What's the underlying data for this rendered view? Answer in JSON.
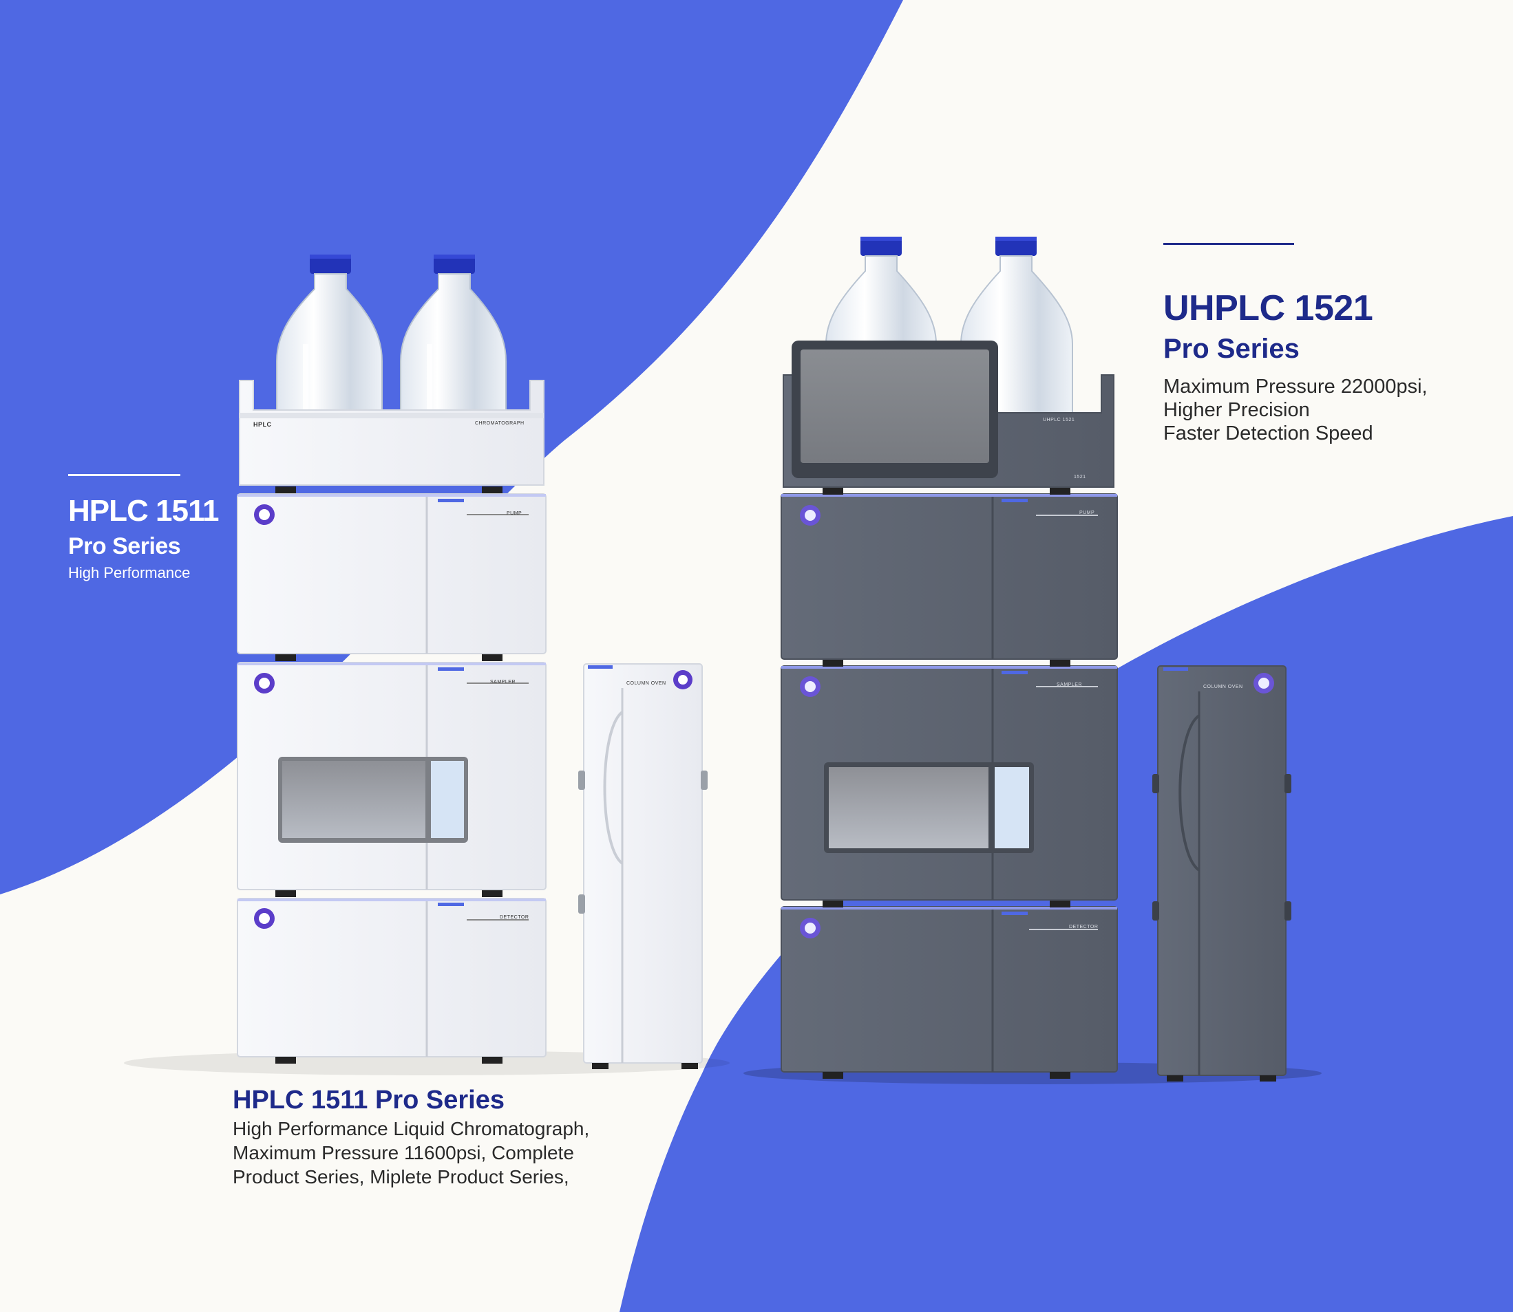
{
  "hplc1511_side": {
    "title": "HPLC 1511",
    "subtitle": "Pro Series",
    "tagline": "High Performance"
  },
  "uhplc1521": {
    "title": "UHPLC 1521",
    "subtitle": "Pro Series",
    "lines": [
      "Maximum Pressure 22000psi,",
      "Higher Precision",
      "Faster Detection Speed"
    ]
  },
  "hplc1511_caption": {
    "title": "HPLC 1511 Pro Series",
    "lines": [
      "High Performance Liquid Chromatograph,",
      "Maximum Pressure 11600psi, Complete",
      "Product Series, Miplete Product Series,"
    ]
  },
  "instrument_labels": {
    "white_tray_left": "HPLC",
    "white_tray_right": "CHROMATOGRAPH",
    "white_module1": "PUMP",
    "white_module2": "SAMPLER",
    "white_module3": "DETECTOR",
    "white_tower": "COLUMN OVEN",
    "gray_top": "UHPLC 1521",
    "gray_top_small": "1521",
    "gray_module1": "PUMP",
    "gray_module2": "SAMPLER",
    "gray_module3": "DETECTOR",
    "gray_tower": "COLUMN OVEN"
  },
  "colors": {
    "brand_blue": "#4f68e3",
    "title_navy": "#1e2a8a",
    "instrument_white": "#f4f5f8",
    "instrument_gray": "#5f6673",
    "cap_blue": "#2233b8",
    "background": "#fbfaf6"
  }
}
